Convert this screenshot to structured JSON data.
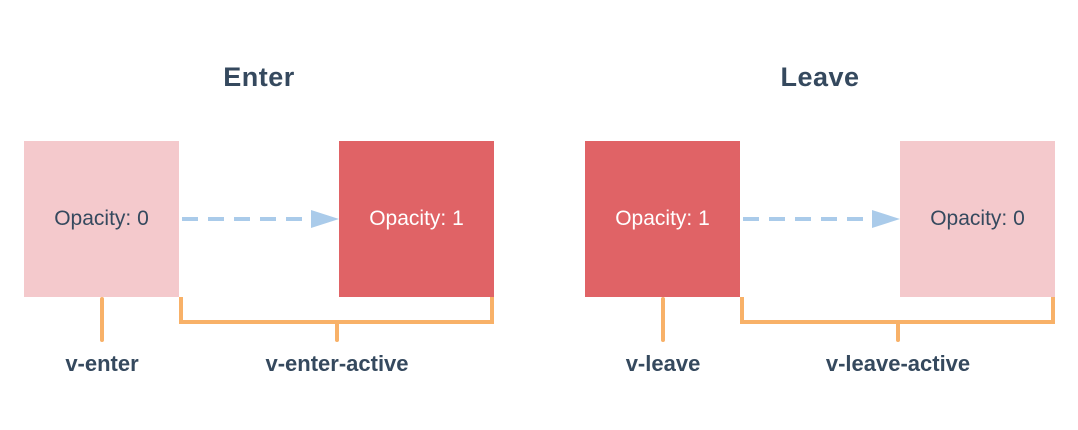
{
  "colors": {
    "background": "#ffffff",
    "text_dark": "#35495e",
    "box_faded_pink": "#f4c9cc",
    "box_solid_red": "#e06366",
    "arrow_blue": "#aacbea",
    "bracket_orange": "#f8b168"
  },
  "diagrams": [
    {
      "title": "Enter",
      "start_box": {
        "label": "Opacity: 0",
        "style": "faded"
      },
      "end_box": {
        "label": "Opacity: 1",
        "style": "solid"
      },
      "start_class_label": "v-enter",
      "active_class_label": "v-enter-active"
    },
    {
      "title": "Leave",
      "start_box": {
        "label": "Opacity: 1",
        "style": "solid"
      },
      "end_box": {
        "label": "Opacity: 0",
        "style": "faded"
      },
      "start_class_label": "v-leave",
      "active_class_label": "v-leave-active"
    }
  ]
}
